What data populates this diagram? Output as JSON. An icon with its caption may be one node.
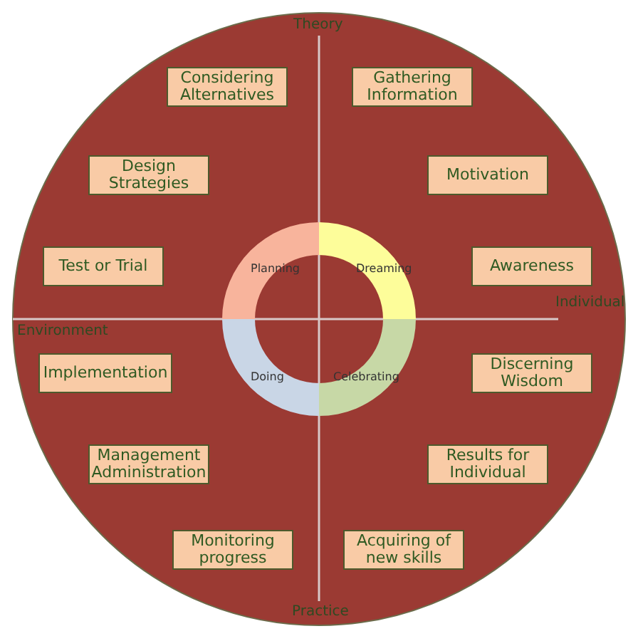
{
  "diagram": {
    "nodes": [
      {
        "text": [
          "Considering Alternatives"
        ]
      },
      {
        "text": [
          "Gathering Information"
        ]
      },
      {
        "text": [
          "Design Strategies"
        ]
      },
      {
        "text": [
          "Motivation"
        ]
      },
      {
        "text": [
          "Test or Trial"
        ]
      },
      {
        "text": [
          "Planning"
        ]
      },
      {
        "text": [
          "Dreaming"
        ]
      },
      {
        "text": [
          "Awareness"
        ]
      },
      {
        "text": [
          "Implementation"
        ]
      },
      {
        "text": [
          "Doing"
        ]
      },
      {
        "text": [
          "Celebrating"
        ]
      },
      {
        "text": [
          "Discerning Wisdom"
        ]
      },
      {
        "text": [
          "Management Administration"
        ]
      },
      {
        "text": [
          "Results for Individual"
        ]
      },
      {
        "text": [
          "Monitoring progress"
        ]
      },
      {
        "text": [
          "Acquiring of new skills"
        ]
      }
    ],
    "labels": [
      "Theory",
      "Individual",
      "Environment",
      "Practice"
    ]
  }
}
